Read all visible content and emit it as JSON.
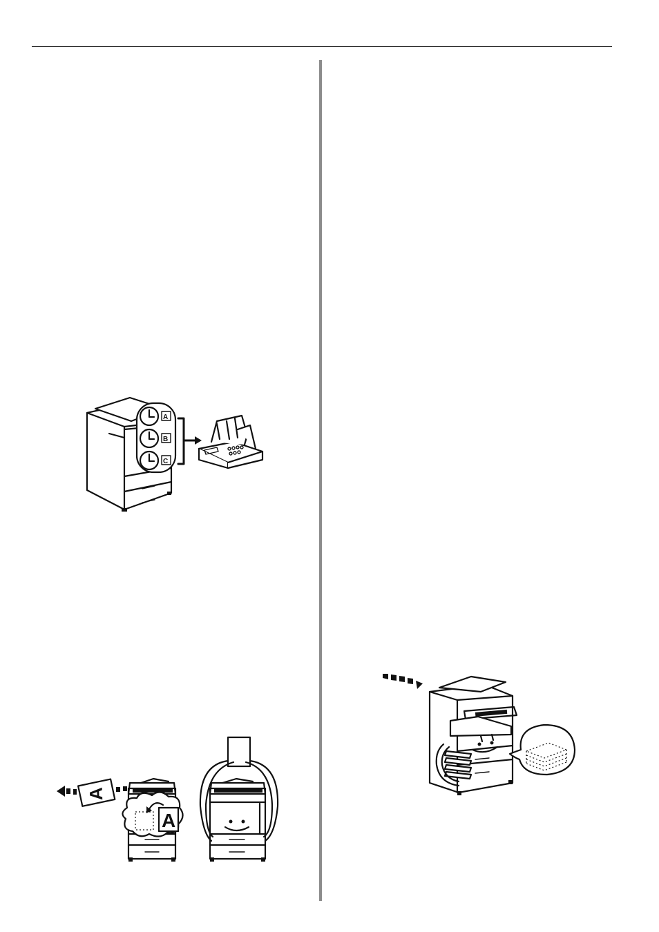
{
  "page": {
    "illustrations": {
      "scheduled_fax": {
        "slots": [
          "A",
          "B",
          "C"
        ]
      },
      "rotate_copy": {
        "glyph": "A",
        "flying_glyph": "A"
      },
      "batch_scan": {}
    }
  }
}
